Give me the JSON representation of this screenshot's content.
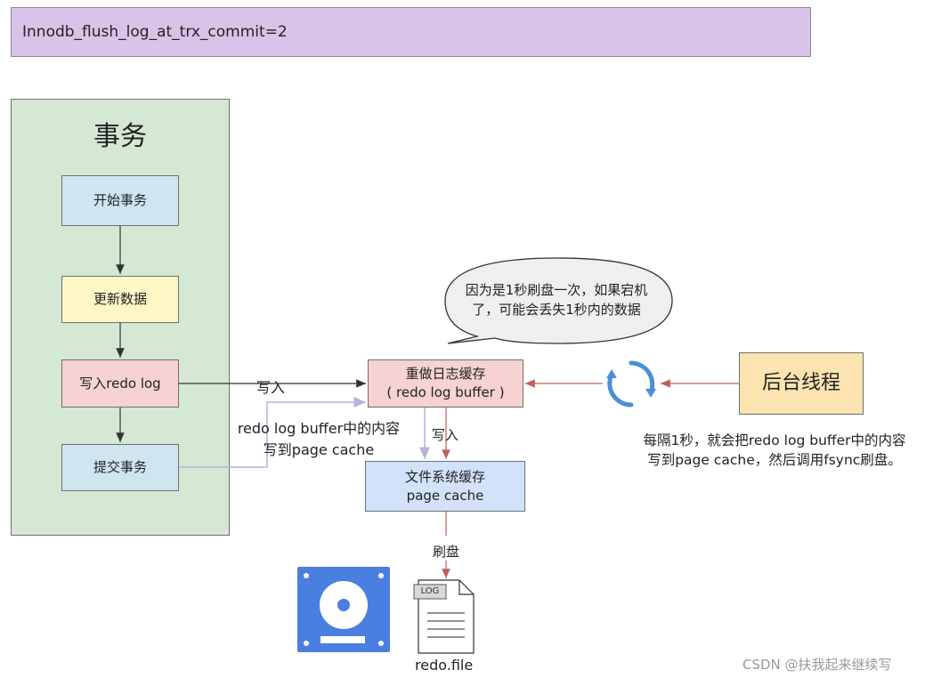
{
  "header": {
    "title": "Innodb_flush_log_at_trx_commit=2"
  },
  "transaction": {
    "title": "事务",
    "steps": [
      "开始事务",
      "更新数据",
      "写入redo log",
      "提交事务"
    ]
  },
  "redo_buffer": {
    "line1": "重做日志缓存",
    "line2": "( redo log buffer )"
  },
  "page_cache": {
    "line1": "文件系统缓存",
    "line2": "page cache"
  },
  "bubble": {
    "line1": "因为是1秒刷盘一次，如果宕机",
    "line2": "了，可能会丢失1秒内的数据"
  },
  "background_thread": {
    "label": "后台线程"
  },
  "labels": {
    "write_in_1": "写入",
    "write_in_2": "写入",
    "commit_line1": "redo log buffer中的内容",
    "commit_line2": "写到page cache",
    "flush": "刷盘",
    "thread_line1": "每隔1秒，就会把redo log buffer中的内容",
    "thread_line2": "写到page cache，然后调用fsync刷盘。"
  },
  "file": {
    "tag": "LOG",
    "name": "redo.file"
  },
  "watermark": "CSDN @扶我起来继续写",
  "colors": {
    "header_bg": "#d9c3e8",
    "panel_bg": "#d5e8d4",
    "disk_blue": "#4a7fe0",
    "sync_icon": "#4a90d9",
    "arrow_red": "#c0605a"
  }
}
